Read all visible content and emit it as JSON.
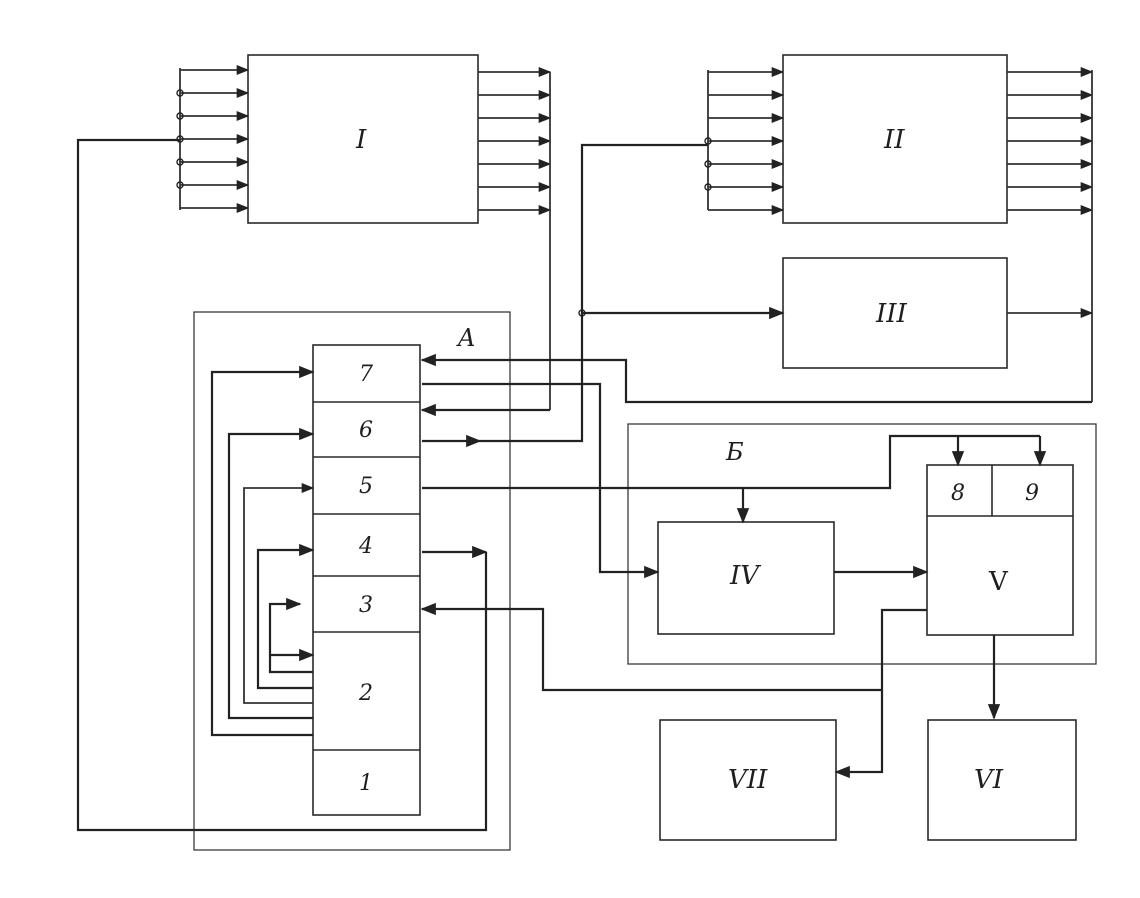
{
  "diagram": {
    "blocks": {
      "I": "I",
      "II": "II",
      "III": "III",
      "IV": "IV",
      "V": "V",
      "VI": "VI",
      "VII": "VII"
    },
    "frames": {
      "A": "A",
      "B": "Б"
    },
    "stack": [
      "7",
      "6",
      "5",
      "4",
      "3",
      "2",
      "1"
    ],
    "sub_cells": [
      "8",
      "9"
    ]
  }
}
